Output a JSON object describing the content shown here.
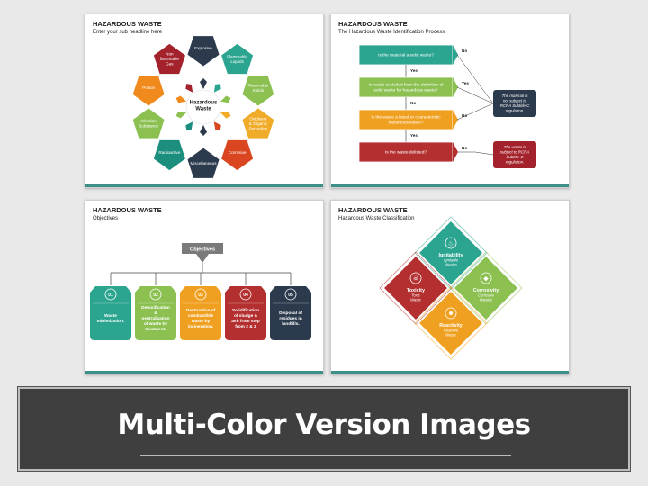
{
  "slides": {
    "s1": {
      "title": "HAZARDOUS WASTE",
      "subtitle": "Enter your sub headline here",
      "center": "Hazardous Waste",
      "segments": [
        {
          "label": "Explosive",
          "color": "#2b3a4c"
        },
        {
          "label": "Flammable Liquids",
          "color": "#2ba58f"
        },
        {
          "label": "Flammable Solids",
          "color": "#8cc152"
        },
        {
          "label": "Oxidisers & Organic Peroxides",
          "color": "#f0ac28"
        },
        {
          "label": "Corrosive",
          "color": "#d9461f"
        },
        {
          "label": "Miscellaneous",
          "color": "#2b3a4c"
        },
        {
          "label": "Radioactive",
          "color": "#1c8e7e"
        },
        {
          "label": "Infection Substance",
          "color": "#8cc152"
        },
        {
          "label": "Poison",
          "color": "#f08a1c"
        },
        {
          "label": "Non flammable Gas",
          "color": "#a3222c"
        }
      ]
    },
    "s2": {
      "title": "HAZARDOUS WASTE",
      "subtitle": "The Hazardous Waste Identification Process",
      "steps": [
        {
          "label": "Is the material a solid waste?",
          "color": "#2ba58f"
        },
        {
          "label": "Is waste excluded from the definition of solid waste for hazardous waste?",
          "color": "#8cc152"
        },
        {
          "label": "Is the waste a listed or characteristic hazardous waste?",
          "color": "#f0a020"
        },
        {
          "label": "Is the waste delisted?",
          "color": "#b42f2f"
        }
      ],
      "yes": "Yes",
      "no": "No",
      "result_not_subject": "The material is not subject to RCRA Subtitle C regulation.",
      "result_subject": "The waste is subject to RCRA Subtitle C regulation."
    },
    "s3": {
      "title": "HAZARDOUS WASTE",
      "subtitle": "Objectives",
      "header": "Objectives",
      "items": [
        {
          "num": "01",
          "text": "Waste minimization.",
          "color": "#2ba58f"
        },
        {
          "num": "02",
          "text": "Detoxification & neutralization of waste by treatment.",
          "color": "#8cc152"
        },
        {
          "num": "03",
          "text": "Destruction of combustible waste by incineration.",
          "color": "#f0a020"
        },
        {
          "num": "04",
          "text": "Solidification of sludge & ash from step from 2 & 3",
          "color": "#b42f2f"
        },
        {
          "num": "05",
          "text": "Disposal of residues in landfills.",
          "color": "#2b3a4c"
        }
      ]
    },
    "s4": {
      "title": "HAZARDOUS WASTE",
      "subtitle": "Hazardous Waste Classification",
      "quadrants": [
        {
          "title": "Ignitability",
          "sub": "Ignitable Wastes",
          "color": "#2ba58f",
          "icon": "flame-icon"
        },
        {
          "title": "Toxicity",
          "sub": "Toxic Waste",
          "color": "#b42f2f",
          "icon": "skull-icon"
        },
        {
          "title": "Corrosivity",
          "sub": "Corrosive Wastes",
          "color": "#8cc152",
          "icon": "drop-icon"
        },
        {
          "title": "Reactivity",
          "sub": "Reactive Waste",
          "color": "#f0a020",
          "icon": "burst-icon"
        }
      ]
    }
  },
  "banner": {
    "title": "Multi-Color Version Images"
  }
}
